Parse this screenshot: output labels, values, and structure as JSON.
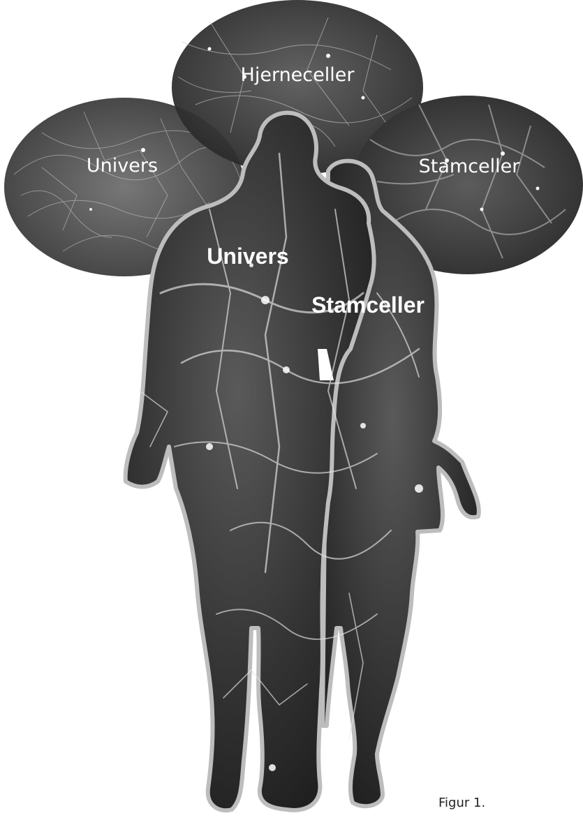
{
  "figure": {
    "ovals": {
      "hjerneceller": "Hjerneceller",
      "univers": "Univers",
      "stamceller": "Stamceller"
    },
    "body_labels": {
      "univers": "Univers",
      "stamceller": "Stamceller"
    },
    "caption": "Figur 1."
  },
  "colors": {
    "oval_fill": "#3a3a3a",
    "silhouette_fill": "#2b2b2b",
    "silhouette_outline": "#bdbdbd",
    "fiber": "#d9d9d9",
    "label": "#ffffff"
  }
}
